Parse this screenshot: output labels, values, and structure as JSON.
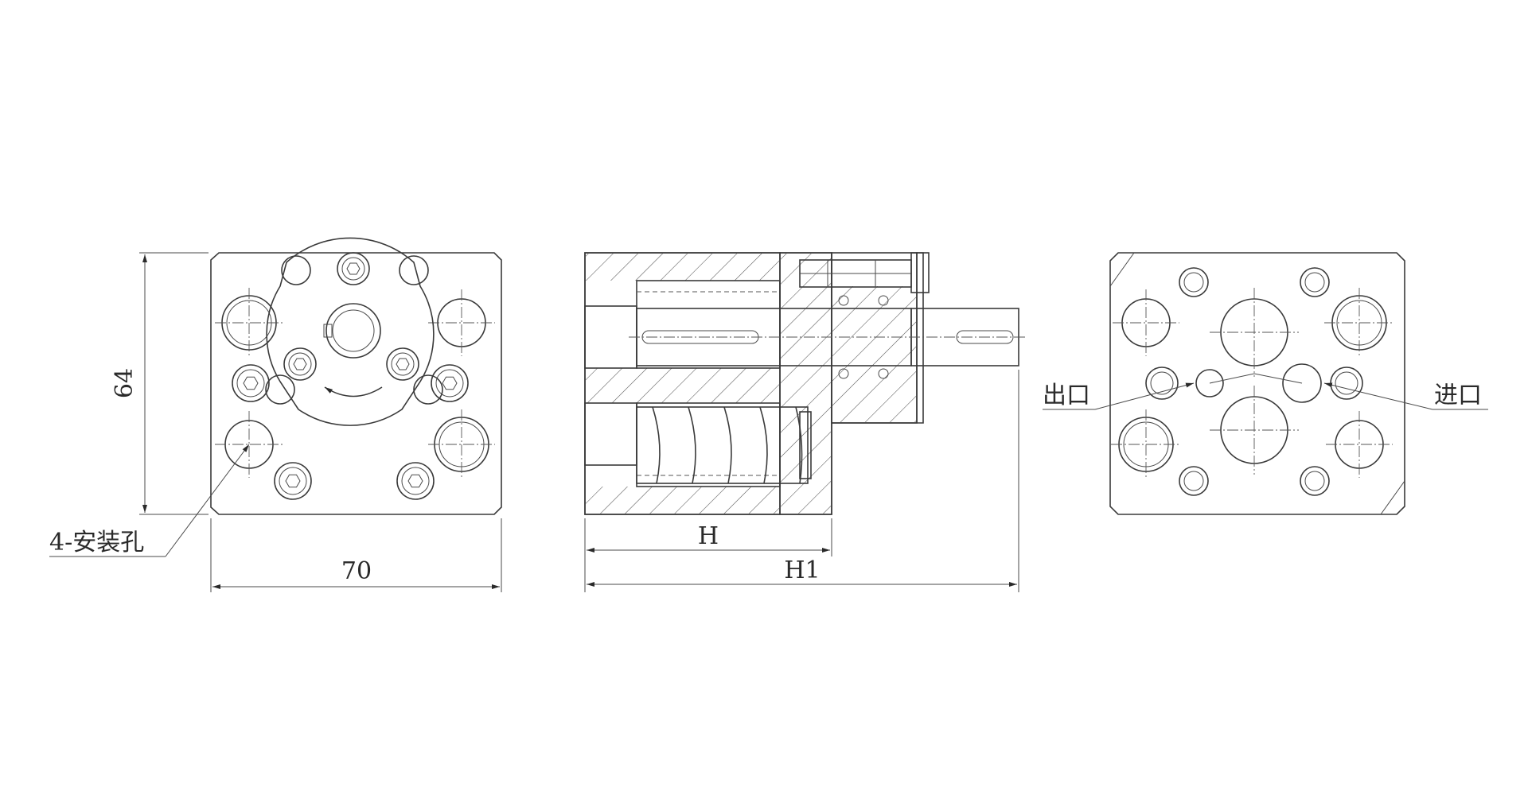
{
  "dimensions": {
    "height_label": "64",
    "width_label": "70",
    "length_h": "H",
    "length_h1": "H1"
  },
  "labels": {
    "mounting_holes": "4-安装孔",
    "outlet": "出口",
    "inlet": "进口"
  }
}
